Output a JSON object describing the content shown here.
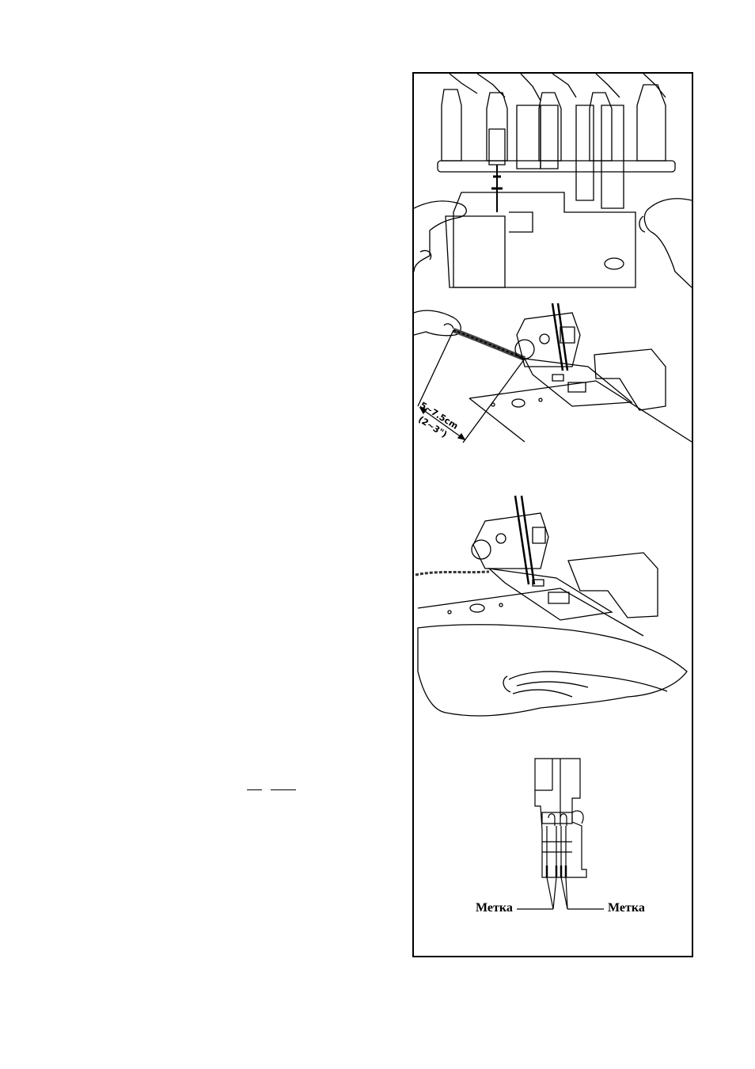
{
  "figure_panel": {
    "measurement_label": "5~7.5cm",
    "measurement_label_imperial": "(2~3\")",
    "mark_label_left": "Метка",
    "mark_label_right": "Метка"
  }
}
